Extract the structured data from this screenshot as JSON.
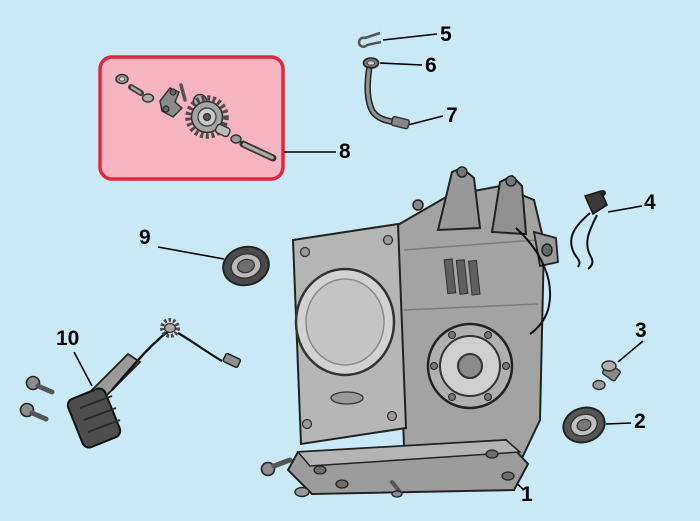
{
  "diagram": {
    "background_color": "#c9e9f4",
    "highlight_box_fill": "#f6b3c0",
    "highlight_box_border": "#e02840",
    "line_color": "#000000",
    "part_labels": [
      "1",
      "2",
      "3",
      "4",
      "5",
      "6",
      "7",
      "8",
      "9",
      "10"
    ]
  }
}
